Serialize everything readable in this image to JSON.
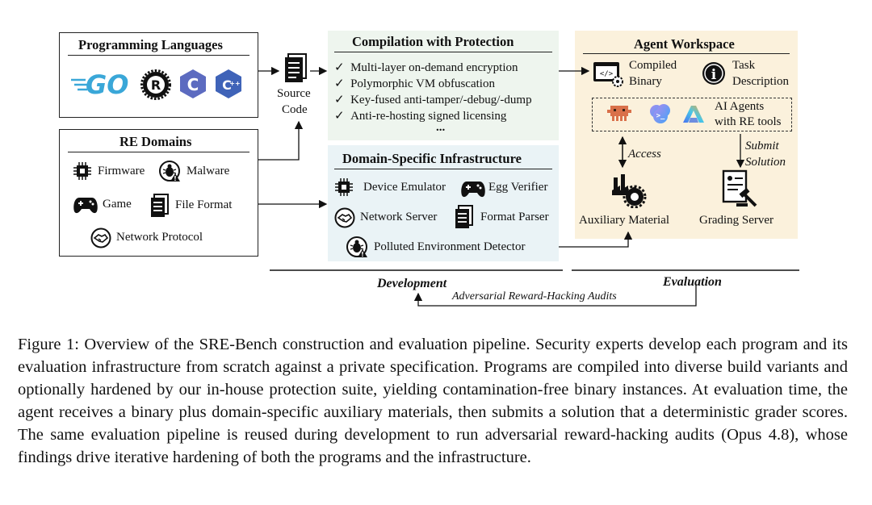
{
  "programming_languages": {
    "title": "Programming Languages",
    "items": [
      "GO",
      "R",
      "C",
      "C++"
    ]
  },
  "source_code": {
    "line1": "Source",
    "line2": "Code"
  },
  "re_domains": {
    "title": "RE Domains",
    "items": [
      "Firmware",
      "Malware",
      "Game",
      "File Format",
      "Network Protocol"
    ]
  },
  "compilation": {
    "title": "Compilation with Protection",
    "items": [
      "Multi-layer on-demand encryption",
      "Polymorphic VM obfuscation",
      "Key-fused anti-tamper/-debug/-dump",
      "Anti-re-hosting signed licensing"
    ],
    "more": "..."
  },
  "infrastructure": {
    "title": "Domain-Specific Infrastructure",
    "items": [
      "Device Emulator",
      "Egg Verifier",
      "Network Server",
      "Format Parser",
      "Polluted Environment Detector"
    ]
  },
  "workspace": {
    "title": "Agent Workspace",
    "compiled_binary": [
      "Compiled",
      "Binary"
    ],
    "task_description": [
      "Task",
      "Description"
    ],
    "ai_agents": [
      "AI Agents",
      "with RE tools"
    ],
    "access": "Access",
    "submit_solution": [
      "Submit",
      "Solution"
    ],
    "auxiliary_material": "Auxiliary Material",
    "grading_server": "Grading Server"
  },
  "phases": {
    "development": "Development",
    "evaluation": "Evaluation",
    "audits": "Adversarial Reward-Hacking Audits"
  },
  "caption": "Figure 1:   Overview of the SRE-Bench construction and evaluation pipeline. Security experts de­velop each program and its evaluation infrastructure from scratch against a private specification. Pro­grams are compiled into diverse build variants and optionally hardened by our in-house protection suite, yielding contamination-free binary instances. At evaluation time, the agent receives a binary plus domain-specific auxiliary materials, then submits a solution that a deterministic grader scores. The same evaluation pipeline is reused during development to run adversarial reward-hacking audits (Opus 4.8), whose findings drive iterative hardening of both the programs and the infrastructure.",
  "colors": {
    "go": "#3aa7d8",
    "c_lang": "#5c6bc0",
    "cpp_lang": "#3f63b8",
    "compilation_bg": "#eef5ee",
    "infrastructure_bg": "#eaf3f6",
    "workspace_bg": "#fbf1dc"
  }
}
